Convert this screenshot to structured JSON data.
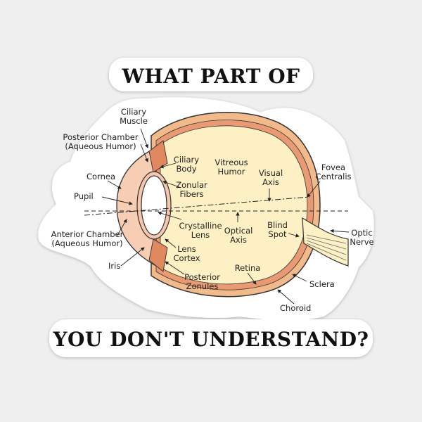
{
  "headline_top": "WHAT PART OF",
  "headline_bottom": "YOU DON'T UNDERSTAND?",
  "labels": {
    "ciliary_muscle": "Ciliary\nMuscle",
    "posterior_chamber": "Posterior Chamber\n(Aqueous Humor)",
    "cornea": "Cornea",
    "pupil": "Pupil",
    "anterior_chamber": "Anterior Chamber\n(Aqueous Humor)",
    "iris": "Iris",
    "ciliary_body": "Ciliary\nBody",
    "zonular_fibers": "Zonular\nFibers",
    "crystalline_lens": "Crystalline\nLens",
    "lens_cortex": "Lens\nCortex",
    "posterior_zonules": "Posterior\nZonules",
    "vitreous_humor": "Vitreous\nHumor",
    "visual_axis": "Visual\nAxis",
    "optical_axis": "Optical\nAxis",
    "blind_spot": "Blind\nSpot",
    "retina": "Retina",
    "fovea_centralis": "Fovea\nCentralis",
    "optic_nerve": "Optic\nNerve",
    "sclera": "Sclera",
    "choroid": "Choroid"
  },
  "colors": {
    "background": "#f0eff0",
    "sticker": "#ffffff",
    "vitreous": "#fdf0c4",
    "sclera": "#f2b98a",
    "choroid": "#e99a72",
    "cornea_chamber": "#f7cdb4",
    "outline": "#333333"
  }
}
